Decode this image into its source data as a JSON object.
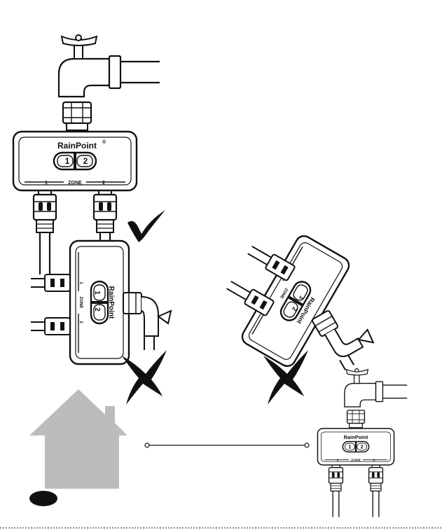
{
  "brand": "RainPoint",
  "registered_mark": "®",
  "zone_label": "ZONE",
  "zone_left": "1",
  "zone_right": "2",
  "button_left": "1",
  "button_right": "2",
  "colors": {
    "line": "#111111",
    "house": "#bcbcbc",
    "badge": "#111111",
    "background": "#ffffff"
  },
  "icons": {
    "correct": "checkmark-icon",
    "wrong": "cross-icon",
    "home": "house-icon"
  }
}
